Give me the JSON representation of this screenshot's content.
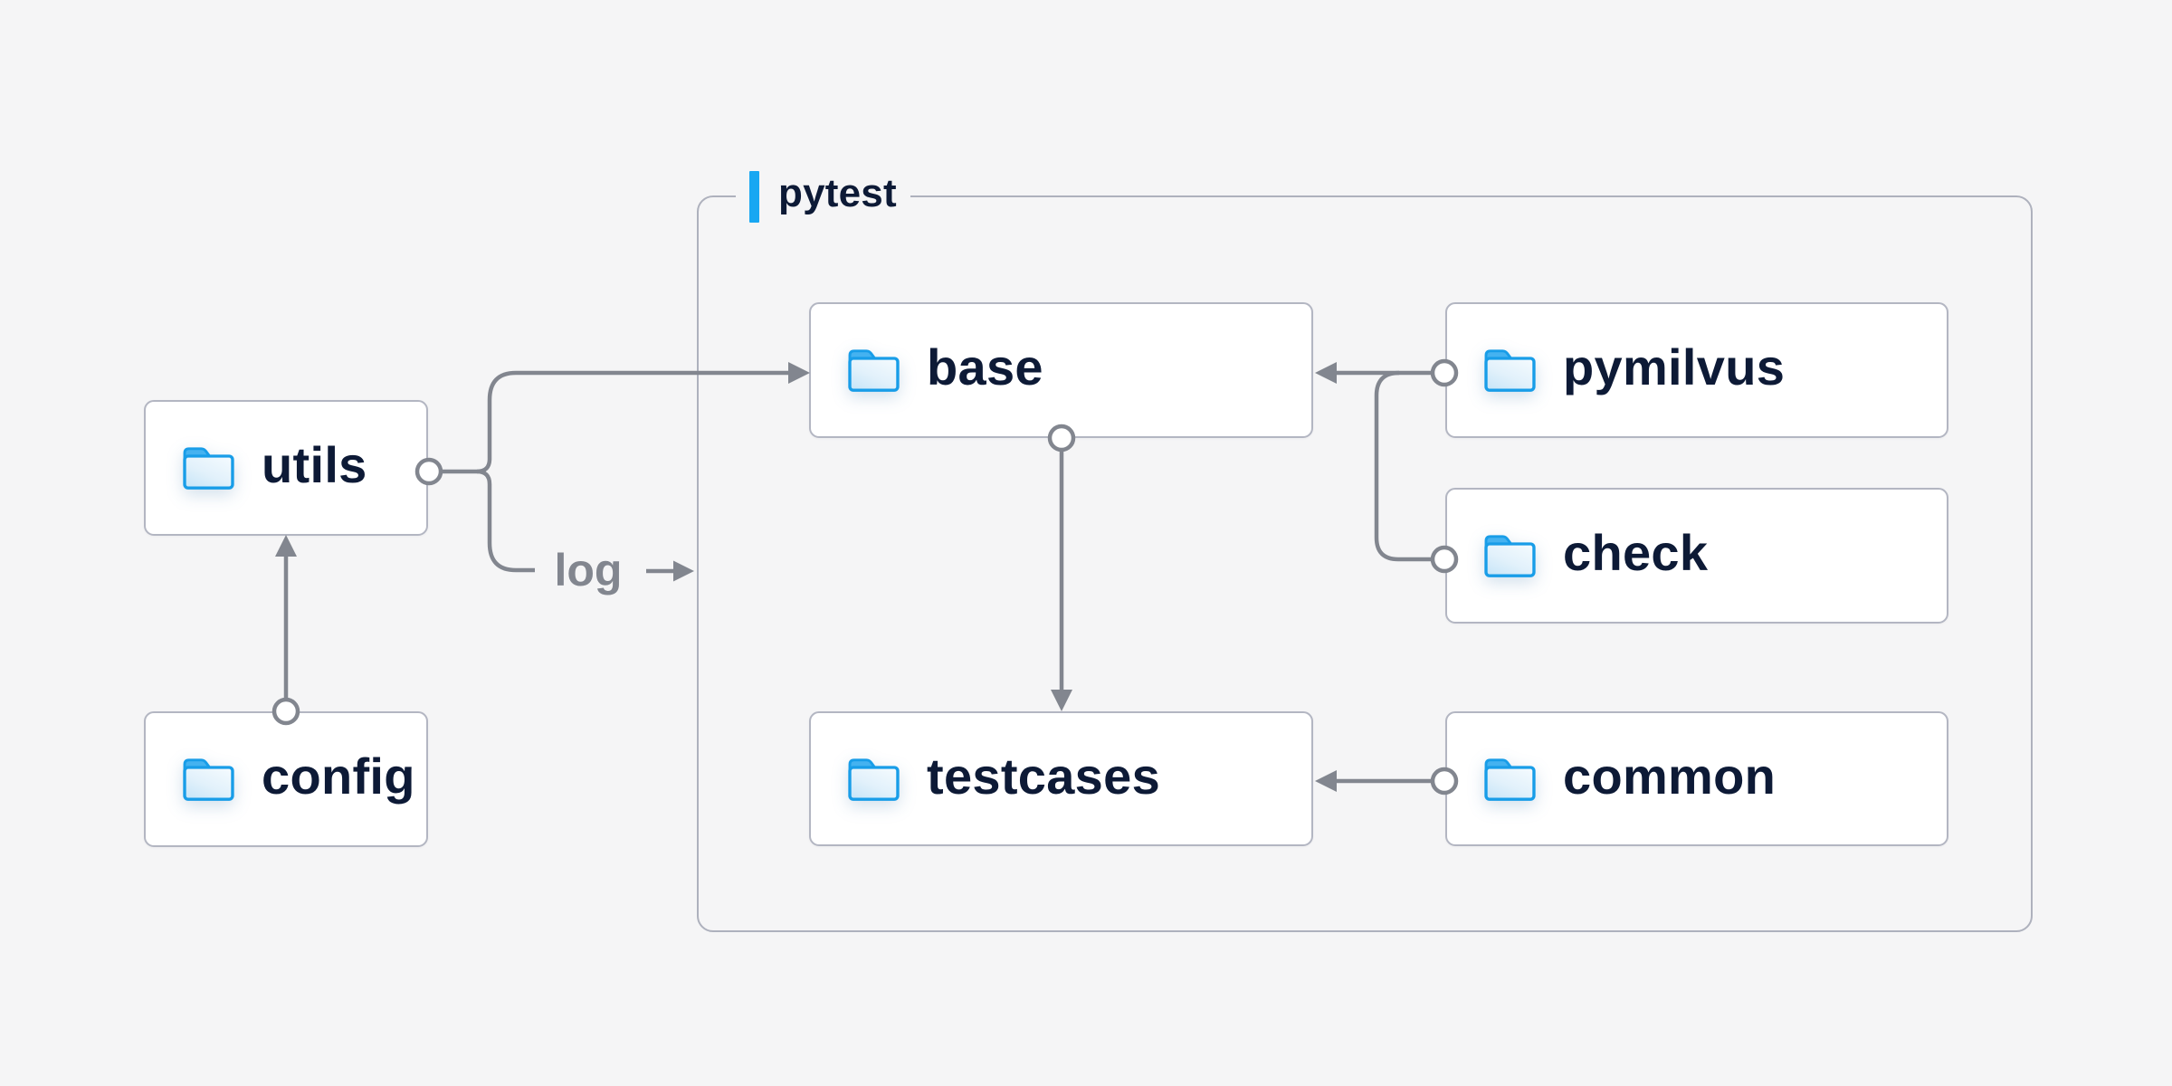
{
  "diagram": {
    "group": {
      "label": "pytest"
    },
    "nodes": [
      {
        "id": "utils",
        "label": "utils"
      },
      {
        "id": "config",
        "label": "config"
      },
      {
        "id": "base",
        "label": "base"
      },
      {
        "id": "pymilvus",
        "label": "pymilvus"
      },
      {
        "id": "check",
        "label": "check"
      },
      {
        "id": "testcases",
        "label": "testcases"
      },
      {
        "id": "common",
        "label": "common"
      }
    ],
    "edge_label": "log",
    "edges": [
      {
        "from": "config",
        "to": "utils"
      },
      {
        "from": "utils",
        "to": "base"
      },
      {
        "from": "utils",
        "to": "log-out",
        "label": "log"
      },
      {
        "from": "pymilvus",
        "to": "base"
      },
      {
        "from": "check",
        "to": "base"
      },
      {
        "from": "base",
        "to": "testcases"
      },
      {
        "from": "common",
        "to": "testcases"
      }
    ],
    "colors": {
      "background": "#F5F5F6",
      "node_fill": "#FFFFFF",
      "node_border": "#B3B6C2",
      "group_border": "#AEB1BD",
      "connector": "#82868F",
      "label_text": "#0D1A36",
      "edge_label_text": "#82868F",
      "accent_bar": "#18A7F2",
      "folder_stroke": "#189DE8",
      "folder_tab": "#45B2F0"
    }
  }
}
